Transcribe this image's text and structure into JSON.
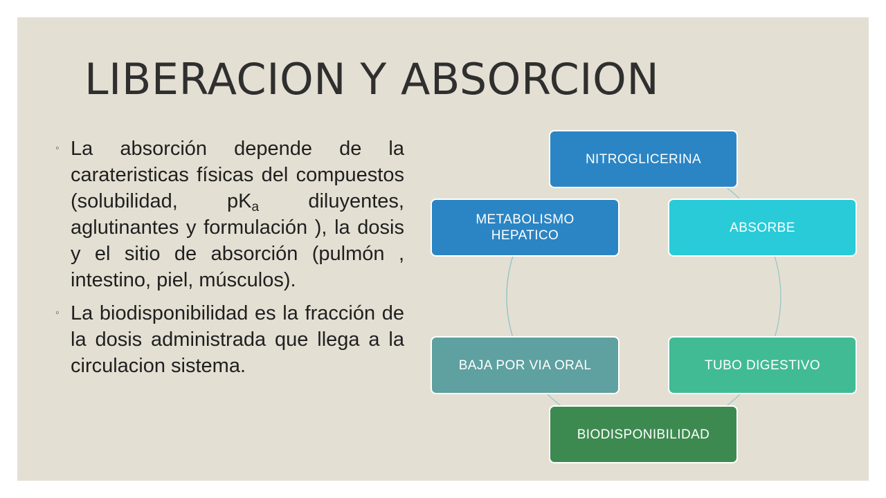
{
  "title": "LIBERACION Y ABSORCION",
  "bullets": [
    {
      "mark": "◦",
      "text_before_sub": "La absorción depende de la carateristicas físicas del compuestos (solubilidad, pK",
      "sub": "a",
      "text_after_sub": " diluyentes, aglutinantes y formulación ), la dosis y el sitio de absorción (pulmón , intestino, piel, músculos)."
    },
    {
      "mark": "◦",
      "text": "La biodisponibilidad es la fracción de la dosis administrada que llega a la circulacion sistema."
    }
  ],
  "cycle": {
    "nodes": [
      {
        "label": "NITROGLICERINA",
        "color": "#2b85c4"
      },
      {
        "label": "ABSORBE",
        "color": "#29cbd8"
      },
      {
        "label": "TUBO DIGESTIVO",
        "color": "#41bb94"
      },
      {
        "label": "BIODISPONIBILIDAD",
        "color": "#3d8a50"
      },
      {
        "label": "BAJA POR VIA ORAL",
        "color": "#5fa0a0"
      },
      {
        "label": "METABOLISMO HEPATICO",
        "color": "#2b85c4"
      }
    ],
    "connector_color": "#8fc4c8"
  }
}
